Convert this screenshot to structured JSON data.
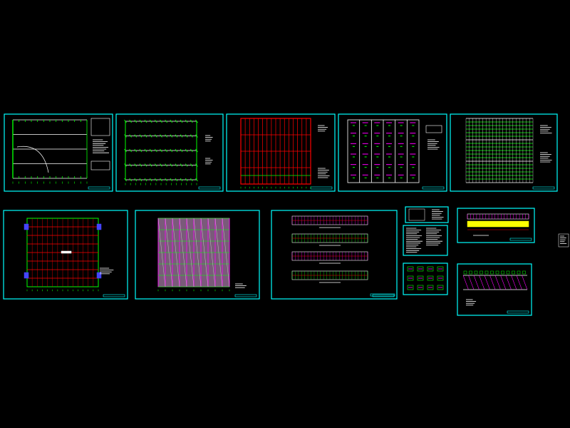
{
  "colors": {
    "background": "#000000",
    "frame": "#00ffff",
    "primary_line": "#ff0000",
    "secondary_line": "#00ff00",
    "accent": "#ff00ff",
    "text": "#ffffff",
    "highlight": "#ffff00",
    "column": "#4444ff"
  },
  "sheets": [
    {
      "id": "s1",
      "kind": "plan-arc"
    },
    {
      "id": "s2",
      "kind": "plan-columns"
    },
    {
      "id": "s3",
      "kind": "plan-red-grid"
    },
    {
      "id": "s4",
      "kind": "plan-bays"
    },
    {
      "id": "s5",
      "kind": "plan-dense"
    },
    {
      "id": "s6",
      "kind": "roof-plan"
    },
    {
      "id": "s7",
      "kind": "roof-bracing"
    },
    {
      "id": "s8",
      "kind": "elevations"
    },
    {
      "id": "s9",
      "kind": "notes-small"
    },
    {
      "id": "s10",
      "kind": "notes"
    },
    {
      "id": "s11",
      "kind": "details"
    },
    {
      "id": "s12",
      "kind": "section-yellow"
    },
    {
      "id": "s13",
      "kind": "section-truss"
    },
    {
      "id": "s14",
      "kind": "stray-note"
    }
  ]
}
